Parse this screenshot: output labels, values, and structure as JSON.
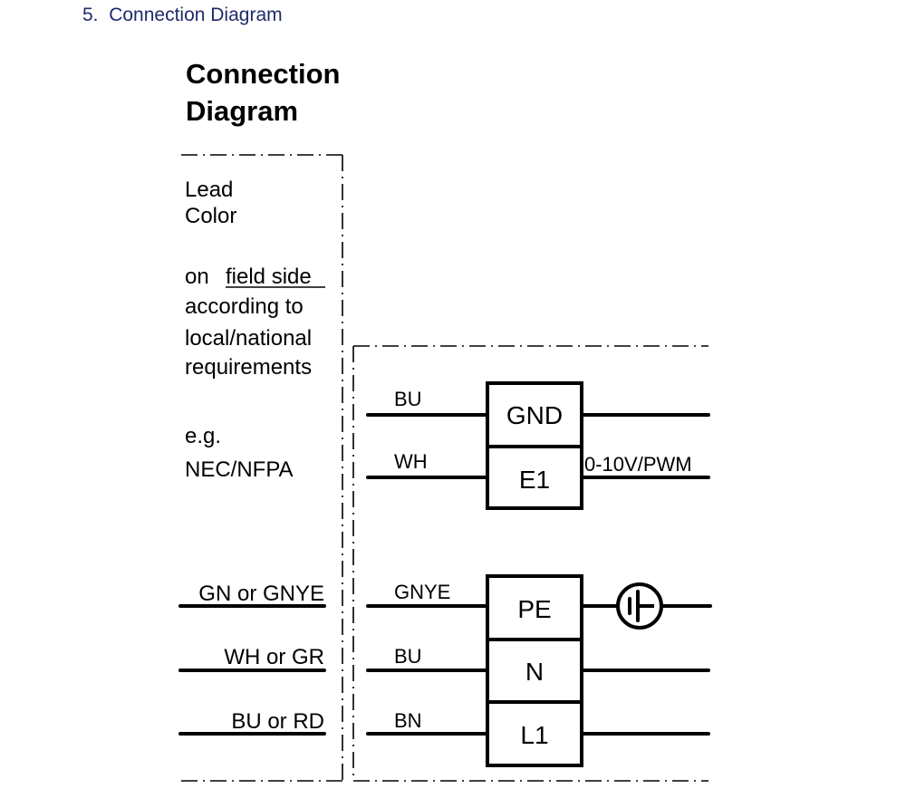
{
  "section": {
    "number": "5.",
    "title": "Connection Diagram"
  },
  "diagram": {
    "heading_line1": "Connection",
    "heading_line2": "Diagram",
    "notes": {
      "line1": "Lead",
      "line2": "Color",
      "line3_prefix": "on",
      "line3_underlined": "field side",
      "line4": "according to",
      "line5": "local/national",
      "line6": "requirements",
      "line7": "e.g.",
      "line8": "NEC/NFPA"
    },
    "field_side_leads": [
      {
        "label": "GN or GNYE"
      },
      {
        "label": "WH or GR"
      },
      {
        "label": "BU or RD"
      }
    ],
    "control_terminals": [
      {
        "terminal": "GND",
        "lead": "BU",
        "output_label": ""
      },
      {
        "terminal": "E1",
        "lead": "WH",
        "output_label": "0-10V/PWM"
      }
    ],
    "power_terminals": [
      {
        "terminal": "PE",
        "lead": "GNYE",
        "symbol": "ground-symbol"
      },
      {
        "terminal": "N",
        "lead": "BU"
      },
      {
        "terminal": "L1",
        "lead": "BN"
      }
    ]
  }
}
